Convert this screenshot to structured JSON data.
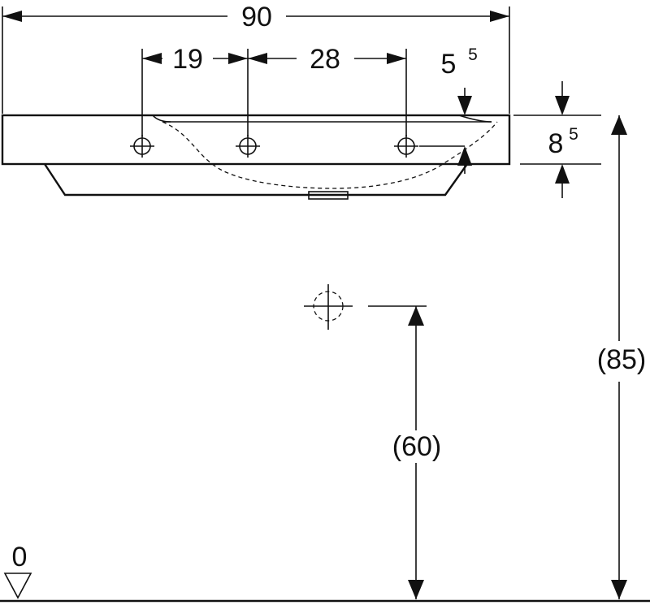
{
  "dimensions": {
    "total_width": "90",
    "hole_spacing_left": "19",
    "hole_spacing_right": "28",
    "rim_offset_main": "5",
    "rim_offset_sup": "5",
    "basin_height_main": "8",
    "basin_height_sup": "5",
    "total_height": "(85)",
    "waste_height": "(60)",
    "floor_level": "0"
  },
  "colors": {
    "line": "#111111",
    "background": "#ffffff"
  }
}
